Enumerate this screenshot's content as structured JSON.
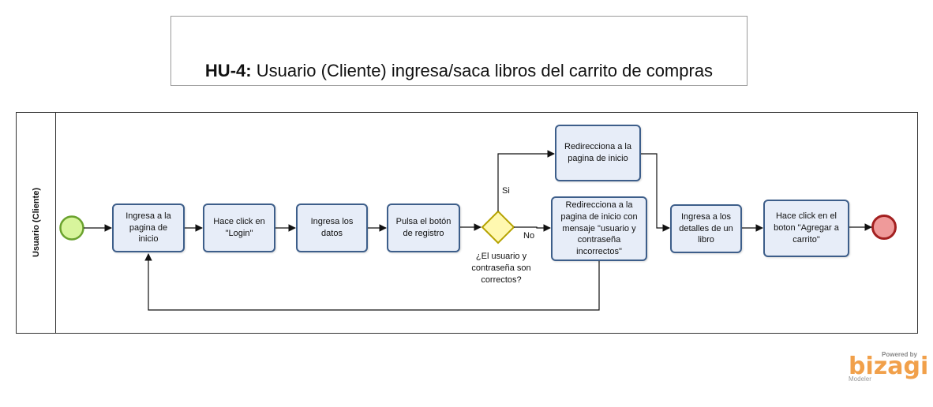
{
  "title": {
    "prefix": "HU-4:",
    "text": " Usuario (Cliente) ingresa/saca libros del carrito de compras"
  },
  "lane": {
    "label": "Usuario (Cliente)"
  },
  "tasks": {
    "t1": "Ingresa a la pagina de inicio",
    "t2": "Hace click en \"Login\"",
    "t3": "Ingresa los datos",
    "t4": "Pulsa el botón de registro",
    "t5": "Redirecciona a la pagina de inicio",
    "t6": "Redirecciona a la pagina de inicio con mensaje \"usuario y contraseña incorrectos\"",
    "t7": "Ingresa a los detalles de un libro",
    "t8": "Hace click en el boton \"Agregar a carrito\""
  },
  "gateway": {
    "question": "¿El usuario y contraseña son correctos?",
    "yes": "Si",
    "no": "No"
  },
  "branding": {
    "powered": "Powered by",
    "name": "bizagi",
    "sub": "Modeler"
  },
  "colors": {
    "start_fill": "#d8f59c",
    "start_stroke": "#6aa22e",
    "end_fill": "#ef9a9a",
    "end_stroke": "#a32020",
    "gateway_fill": "#fff8b0",
    "gateway_stroke": "#b5a200",
    "task_fill": "#e7edf8",
    "task_stroke": "#3d5e8a"
  }
}
